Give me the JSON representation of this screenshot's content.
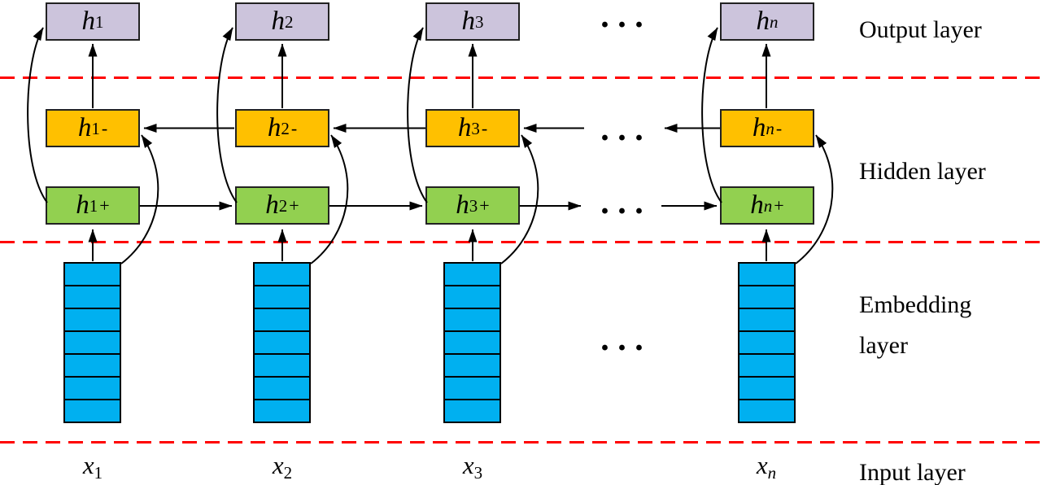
{
  "figure": {
    "description": "bidirectional RNN architecture diagram",
    "layer_labels": {
      "output": "Output layer",
      "hidden": "Hidden layer",
      "embedding": "Embedding layer",
      "input": "Input layer"
    },
    "ellipsis": "···",
    "embedding_cells_per_stack": 7,
    "colors": {
      "output_box": "#CCC4DC",
      "backward_box": "#FFC000",
      "forward_box": "#92D050",
      "embedding_cell": "#00B0F0",
      "divider_line": "#FF0000",
      "wire": "#000000"
    },
    "columns": [
      {
        "output": {
          "base": "h",
          "sub": "1"
        },
        "backward": {
          "base": "h",
          "sub": "1",
          "sup": "-"
        },
        "forward": {
          "base": "h",
          "sub": "1",
          "sup": "+"
        },
        "input": {
          "base": "x",
          "sub": "1"
        }
      },
      {
        "output": {
          "base": "h",
          "sub": "2"
        },
        "backward": {
          "base": "h",
          "sub": "2",
          "sup": "-"
        },
        "forward": {
          "base": "h",
          "sub": "2",
          "sup": "+"
        },
        "input": {
          "base": "x",
          "sub": "2"
        }
      },
      {
        "output": {
          "base": "h",
          "sub": "3"
        },
        "backward": {
          "base": "h",
          "sub": "3",
          "sup": "-"
        },
        "forward": {
          "base": "h",
          "sub": "3",
          "sup": "+"
        },
        "input": {
          "base": "x",
          "sub": "3"
        }
      },
      {
        "output": {
          "base": "h",
          "sub": "n"
        },
        "backward": {
          "base": "h",
          "sub": "n",
          "sup": "-"
        },
        "forward": {
          "base": "h",
          "sub": "n",
          "sup": "+"
        },
        "input": {
          "base": "x",
          "sub": "n"
        }
      }
    ]
  }
}
